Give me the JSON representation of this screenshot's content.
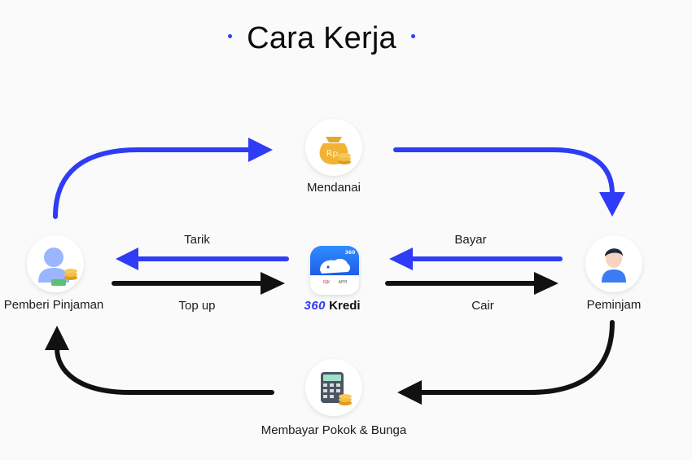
{
  "title": "Cara Kerja",
  "colors": {
    "blue": "#2f3cf5",
    "black": "#111111",
    "coin": "#f2b233"
  },
  "nodes": {
    "lender": {
      "label": "Pemberi Pinjaman",
      "icon": "lender-avatar-icon"
    },
    "funding": {
      "label": "Mendanai",
      "icon": "money-bag-icon"
    },
    "borrower": {
      "label": "Peminjam",
      "icon": "borrower-avatar-icon"
    },
    "repayment": {
      "label": "Membayar Pokok & Bunga",
      "icon": "calculator-icon"
    },
    "platform": {
      "brand_number": "360",
      "brand_name": "Kredi",
      "icon": "app-logo-icon",
      "icon_text": "360",
      "badge_ojk": "OJK",
      "badge_afpi": "AFPI"
    }
  },
  "arrows": {
    "withdraw": "Tarik",
    "topup": "Top up",
    "pay": "Bayar",
    "disburse": "Cair"
  }
}
